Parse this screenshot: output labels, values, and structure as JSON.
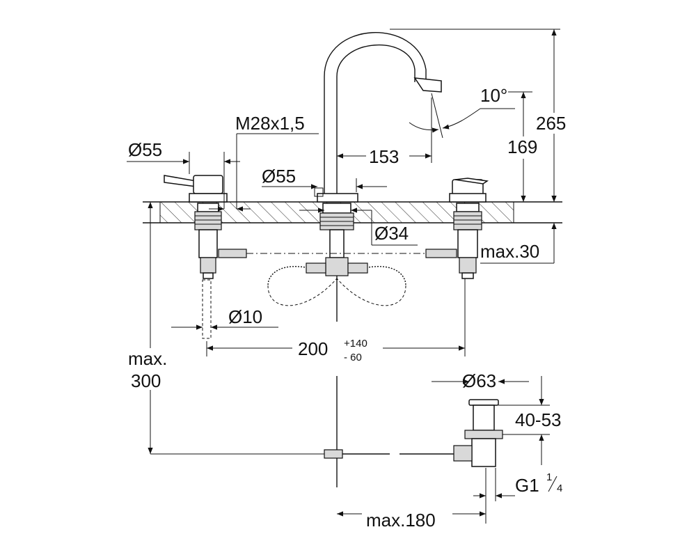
{
  "labels": {
    "angle": "10°",
    "thread": "M28x1,5",
    "total_height": "265",
    "spout_height": "169",
    "handle_dia": "Ø55",
    "spout_base_dia": "Ø55",
    "spout_reach": "153",
    "hole_dia": "Ø34",
    "max_thickness": "max.30",
    "hose_dia": "Ø10",
    "spacing": "200",
    "spacing_tol_plus": "+140",
    "spacing_tol_minus": "- 60",
    "max_depth_1": "max.",
    "max_depth_2": "300",
    "waste_dia": "Ø63",
    "waste_height": "40-53",
    "waste_thread": "G1",
    "waste_thread_frac_num": "1",
    "waste_thread_frac_den": "4",
    "waste_reach": "max.180"
  }
}
